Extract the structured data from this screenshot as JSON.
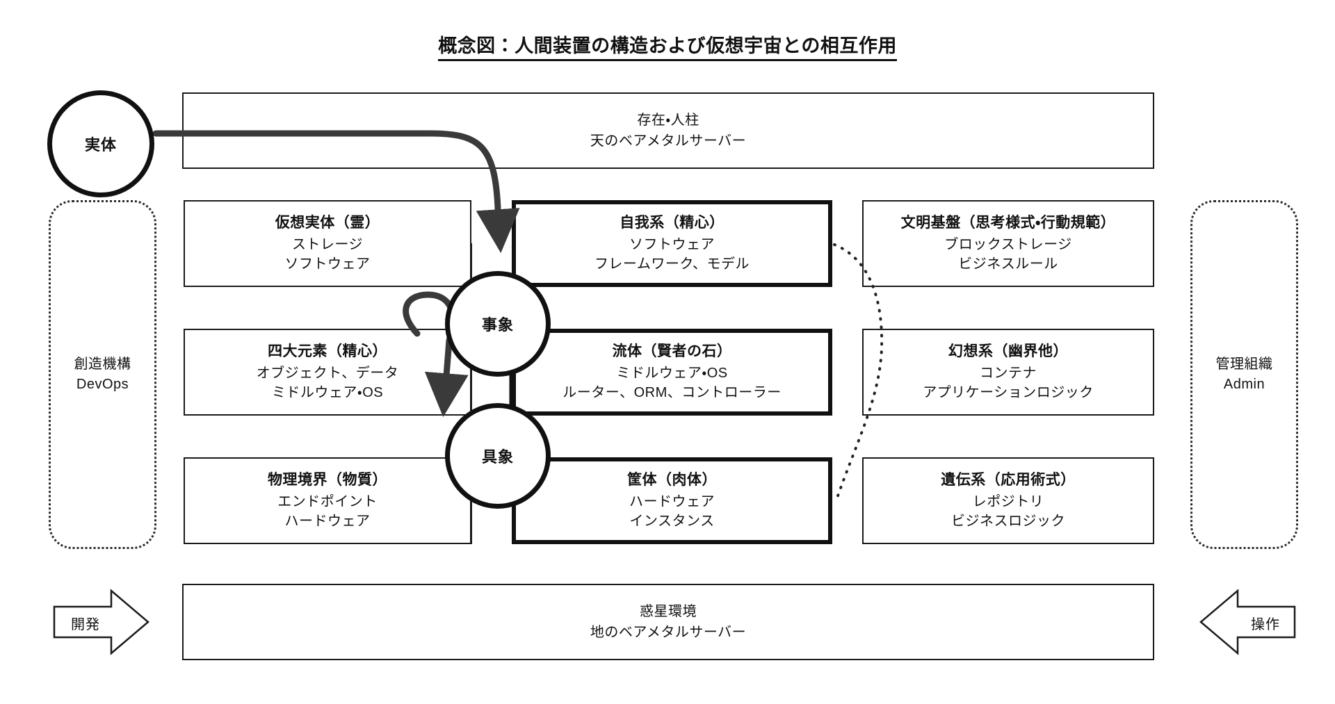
{
  "title": "概念図：人間装置の構造および仮想宇宙との相互作用",
  "circles": {
    "entity": "実体",
    "phenomenon": "事象",
    "concrete": "具象"
  },
  "bars": {
    "top": {
      "line1": "存在・人柱",
      "line2": "天のベアメタルサーバー"
    },
    "bottom": {
      "line1": "惑星環境",
      "line2": "地のベアメタルサーバー"
    }
  },
  "side_panels": {
    "left": {
      "line1": "創造機構",
      "line2": "DevOps"
    },
    "right": {
      "line1": "管理組織",
      "line2": "Admin"
    }
  },
  "flow_arrows": {
    "left": "開発",
    "right": "操作"
  },
  "columns": {
    "left": [
      {
        "heading": "仮想実体（霊）",
        "line1": "ストレージ",
        "line2": "ソフトウェア"
      },
      {
        "heading": "四大元素（精心）",
        "line1": "オブジェクト、データ",
        "line2": "ミドルウェア・OS"
      },
      {
        "heading": "物理境界（物質）",
        "line1": "エンドポイント",
        "line2": "ハードウェア"
      }
    ],
    "center": [
      {
        "heading": "自我系（精心）",
        "line1": "ソフトウェア",
        "line2": "フレームワーク、モデル"
      },
      {
        "heading": "流体（賢者の石）",
        "line1": "ミドルウェア・OS",
        "line2": "ルーター、ORM、コントローラー"
      },
      {
        "heading": "筐体（肉体）",
        "line1": "ハードウェア",
        "line2": "インスタンス"
      }
    ],
    "right": [
      {
        "heading": "文明基盤（思考様式・行動規範）",
        "line1": "ブロックストレージ",
        "line2": "ビジネスルール"
      },
      {
        "heading": "幻想系（幽界他）",
        "line1": "コンテナ",
        "line2": "アプリケーションロジック"
      },
      {
        "heading": "遺伝系（応用術式）",
        "line1": "レポジトリ",
        "line2": "ビジネスロジック"
      }
    ]
  },
  "colors": {
    "ink": "#111111",
    "thin_stroke": "#1a1a1a",
    "background": "#ffffff"
  }
}
